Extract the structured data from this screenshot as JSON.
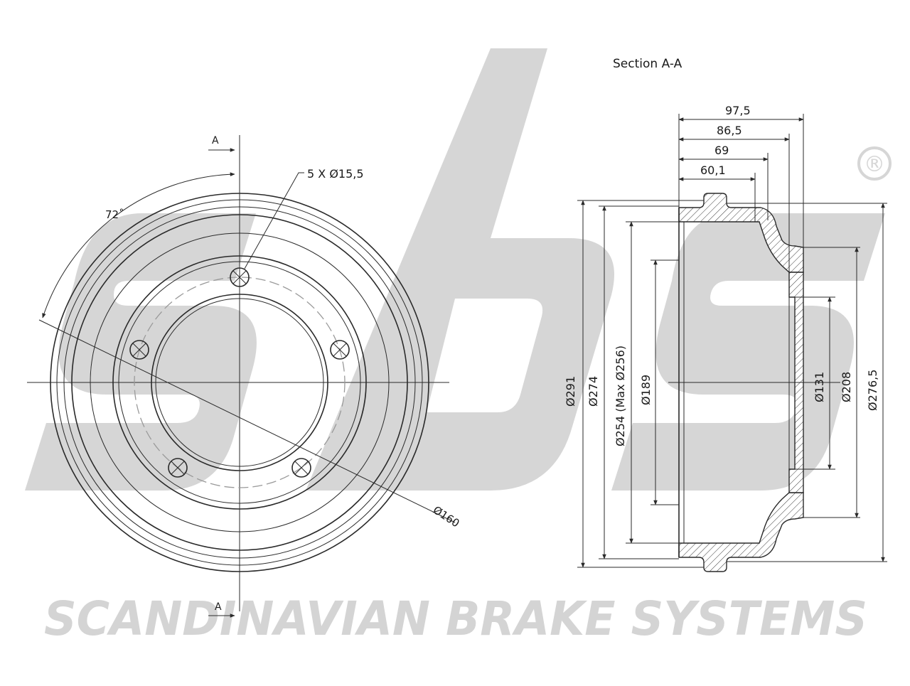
{
  "brand": {
    "logo_text": "sbs",
    "registered_mark": "®",
    "tagline": "SCANDINAVIAN BRAKE SYSTEMS",
    "watermark_color": "#d4d4d4"
  },
  "front_view": {
    "section_marker_top": "A",
    "section_marker_bottom": "A",
    "bolt_note": "5 X Ø15,5",
    "angle_label": "72˚",
    "pcd_label": "Ø160"
  },
  "section_view": {
    "title": "Section A-A",
    "depth_dimensions": [
      "97,5",
      "86,5",
      "69",
      "60,1"
    ],
    "diameter_labels": {
      "d291": "Ø291",
      "d274": "Ø274",
      "d254": "Ø254 (Max Ø256)",
      "d189": "Ø189",
      "d131": "Ø131",
      "d208": "Ø208",
      "d276": "Ø276,5"
    }
  },
  "colors": {
    "line": "#2a2a2a",
    "dashed_circle": "#9a9a9a",
    "background": "#ffffff"
  }
}
